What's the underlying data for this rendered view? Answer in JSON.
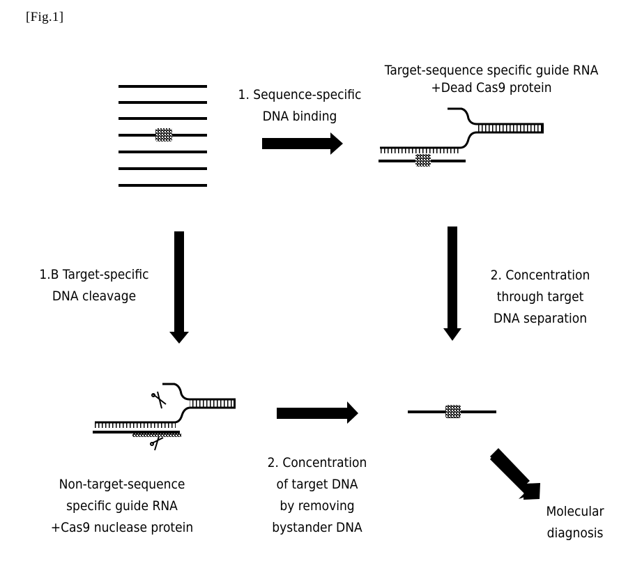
{
  "figure": {
    "label": "[Fig.1]",
    "steps": {
      "step1": {
        "lines": [
          "1. Sequence-specific",
          "DNA binding"
        ]
      },
      "step1b": {
        "lines": [
          "1.B Target-specific",
          "DNA cleavage"
        ]
      },
      "step2_separation": {
        "lines": [
          "2. Concentration",
          "through target",
          "DNA separation"
        ]
      },
      "step2_removal": {
        "lines": [
          "2. Concentration",
          "of target DNA",
          "by removing",
          "bystander DNA"
        ]
      }
    },
    "components": {
      "dead_cas9": {
        "lines": [
          "Target-sequence specific guide RNA",
          "+Dead Cas9 protein"
        ]
      },
      "cas9_nuclease": {
        "lines": [
          "Non-target-sequence",
          "specific guide RNA",
          "+Cas9 nuclease protein"
        ]
      }
    },
    "outcome": {
      "lines": [
        "Molecular",
        "diagnosis"
      ]
    },
    "icons": {
      "dna_pool": "dna-strands-pool",
      "target_marker": "target-sequence-marker",
      "guide_rna_complex": "guide-rna-cas9-complex",
      "scissors": "cleavage-scissors",
      "arrow": "process-arrow"
    }
  }
}
